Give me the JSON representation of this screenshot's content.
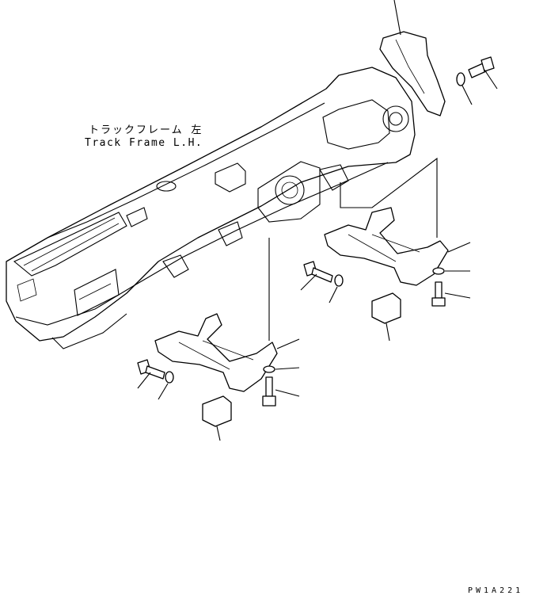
{
  "title": {
    "jp": "トラックフレーム 左",
    "en": "Track Frame L.H."
  },
  "drawing_code": "PW1A221",
  "colors": {
    "line": "#000000",
    "background": "#ffffff"
  }
}
